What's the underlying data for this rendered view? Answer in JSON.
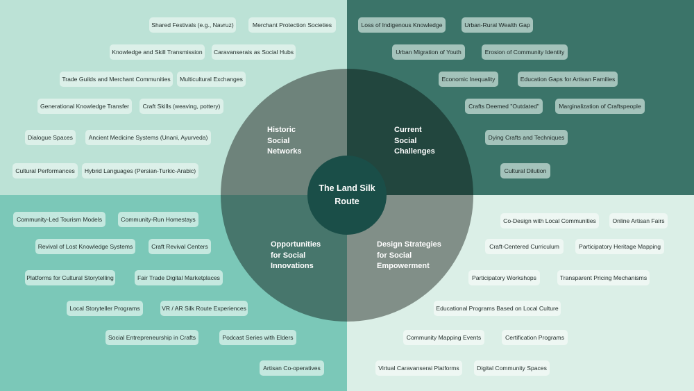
{
  "title": "The Land Silk Route",
  "colors": {
    "historic_bg": "#bce2d6",
    "challenges_bg": "#3b7469",
    "opportunities_bg": "#7bc8b8",
    "strategies_bg": "#dbefe7",
    "core": "#1a4e48"
  },
  "quadrants": {
    "historic": {
      "label": "Historic\nSocial\nNetworks",
      "items": [
        "Shared Festivals (e.g., Navruz)",
        "Merchant Protection Societies",
        "Knowledge and Skill Transmission",
        "Caravanserais as Social Hubs",
        "Trade Guilds and Merchant Communities",
        "Multicultural Exchanges",
        "Generational Knowledge Transfer",
        "Craft Skills (weaving, pottery)",
        "Dialogue Spaces",
        "Ancient Medicine Systems (Unani, Ayurveda)",
        "Cultural Performances",
        "Hybrid Languages (Persian-Turkic-Arabic)"
      ]
    },
    "challenges": {
      "label": "Current\nSocial\nChallenges",
      "items": [
        "Loss of Indigenous Knowledge",
        "Urban-Rural Wealth Gap",
        "Urban Migration of Youth",
        "Erosion of Community Identity",
        "Economic Inequality",
        "Education Gaps for Artisan Families",
        "Crafts Deemed \"Outdated\"",
        "Marginalization of Craftspeople",
        "Dying Crafts and Techniques",
        "Cultural Dilution"
      ]
    },
    "opportunities": {
      "label": "Opportunities\nfor Social\nInnovations",
      "items": [
        "Community-Led Tourism Models",
        "Community-Run Homestays",
        "Revival of Lost Knowledge Systems",
        "Craft Revival Centers",
        "Platforms for Cultural Storytelling",
        "Fair Trade Digital Marketplaces",
        "Local Storyteller Programs",
        "VR / AR Silk Route Experiences",
        "Social Entrepreneurship in Crafts",
        "Podcast Series with Elders",
        "Artisan Co-operatives"
      ]
    },
    "strategies": {
      "label": "Design Strategies\nfor Social\nEmpowerment",
      "items": [
        "Co-Design with Local Communities",
        "Online Artisan Fairs",
        "Craft-Centered Curriculum",
        "Participatory Heritage Mapping",
        "Participatory Workshops",
        "Transparent Pricing Mechanisms",
        "Educational Programs Based on Local Culture",
        "Community Mapping Events",
        "Certification Programs",
        "Virtual Caravanserai Platforms",
        "Digital Community Spaces"
      ]
    }
  }
}
